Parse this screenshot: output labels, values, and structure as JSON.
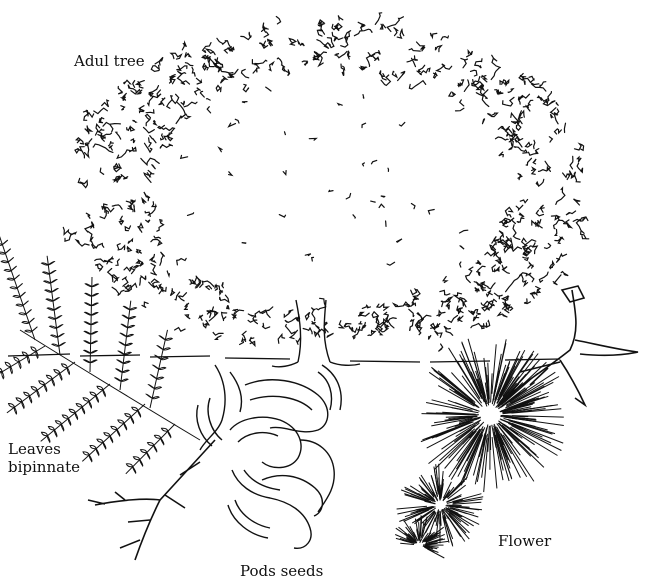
{
  "labels": {
    "adult_tree": "Adul tree",
    "leaves_line1": "Leaves",
    "leaves_line2": "bipinnate",
    "pods": "Pods seeds",
    "flower": "Flower"
  },
  "colors": {
    "ink": "#111111",
    "background": "#ffffff"
  }
}
